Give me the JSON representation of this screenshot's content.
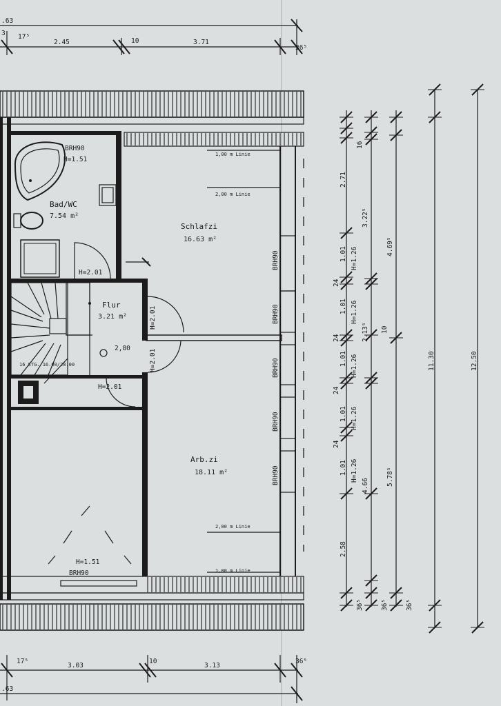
{
  "rooms": {
    "bad": {
      "name": "Bad/WC",
      "area": "7.54 m²"
    },
    "schlafz": {
      "name": "Schlafzi",
      "area": "16.63 m²"
    },
    "flur": {
      "name": "Flur",
      "area": "3.21 m²"
    },
    "arbz": {
      "name": "Arb.zi",
      "area": "18.11 m²"
    }
  },
  "labels": {
    "bath_parapet": "BRH90",
    "bath_h": "H=1.51",
    "stair_h": "H=2.01",
    "door_h1": "H=2.01",
    "door_h2": "H=2.01",
    "door_h3": "H=2.01",
    "stair_height": "2,80",
    "stair_note": "16 STG. 16.00/28.00",
    "loft_h": "H=1.51",
    "loft_parapet": "BRH90",
    "line_label": "1,00 m Linie",
    "line_label2": "2,00 m Linie",
    "window_label": "BRH90"
  },
  "dims_top": [
    "2.45",
    "10",
    "3.71",
    "36⁵",
    "17⁵",
    ".63"
  ],
  "dims_bottom": [
    "3.03",
    "10",
    "3.13",
    "36⁵",
    "17⁵",
    ".63"
  ],
  "dims_right_col1": [
    "2.58",
    "1.01",
    "24",
    "1.01",
    "24",
    "1.01",
    "24",
    "1.01",
    "24",
    "1.01",
    "2.71",
    "36⁵"
  ],
  "dims_right_col2": [
    "4.66",
    "H=1.26",
    "H=1.26",
    "H=1.26",
    "H=1.26",
    "H=1.26",
    "2.13⁵",
    "3.22⁵",
    "16",
    "36⁵"
  ],
  "dims_right_col3": [
    "5.78⁵",
    "10",
    "4.69⁵",
    "36⁵"
  ],
  "dims_right_total": [
    "11.30",
    "12.50"
  ]
}
